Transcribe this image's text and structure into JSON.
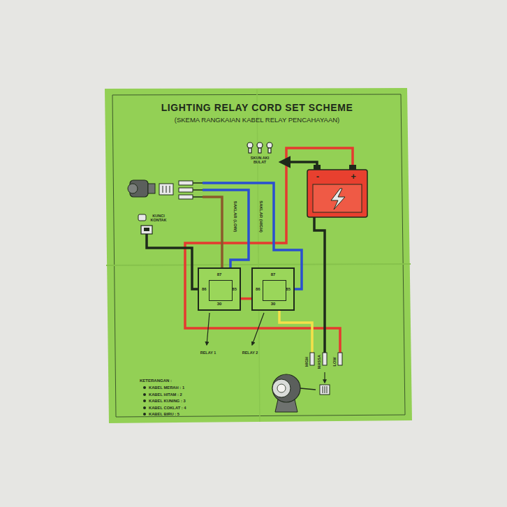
{
  "diagram": {
    "title": "LIGHTING RELAY CORD SET SCHEME",
    "nodes": [
      {
        "text": [
          "87",
          "86",
          "85",
          "30"
        ]
      },
      {
        "text": [
          "87",
          "86",
          "85",
          "30"
        ]
      }
    ],
    "edges": [
      {
        "from": 0,
        "to": 1,
        "arrow": "none"
      }
    ],
    "labels": [
      "(SKEMA RANGKAIAN KABEL RELAY PENCAHAYAAN)",
      "SKUN AKI BULAT",
      "KUNCI KONTAK",
      "-",
      "+",
      "SAKLAR (LOW)",
      "SAKLAR (HIGH)",
      "RELAY 1",
      "RELAY 2",
      "HIGH",
      "MASSA",
      "LOW",
      "KETERANGAN :"
    ],
    "legend": [
      {
        "text": "KABEL MERAH : 1"
      },
      {
        "text": "KABEL HITAM : 2"
      },
      {
        "text": "KABEL KUNING : 3"
      },
      {
        "text": "KABEL COKLAT : 4"
      },
      {
        "text": "KABEL BIRU : 5"
      }
    ]
  }
}
